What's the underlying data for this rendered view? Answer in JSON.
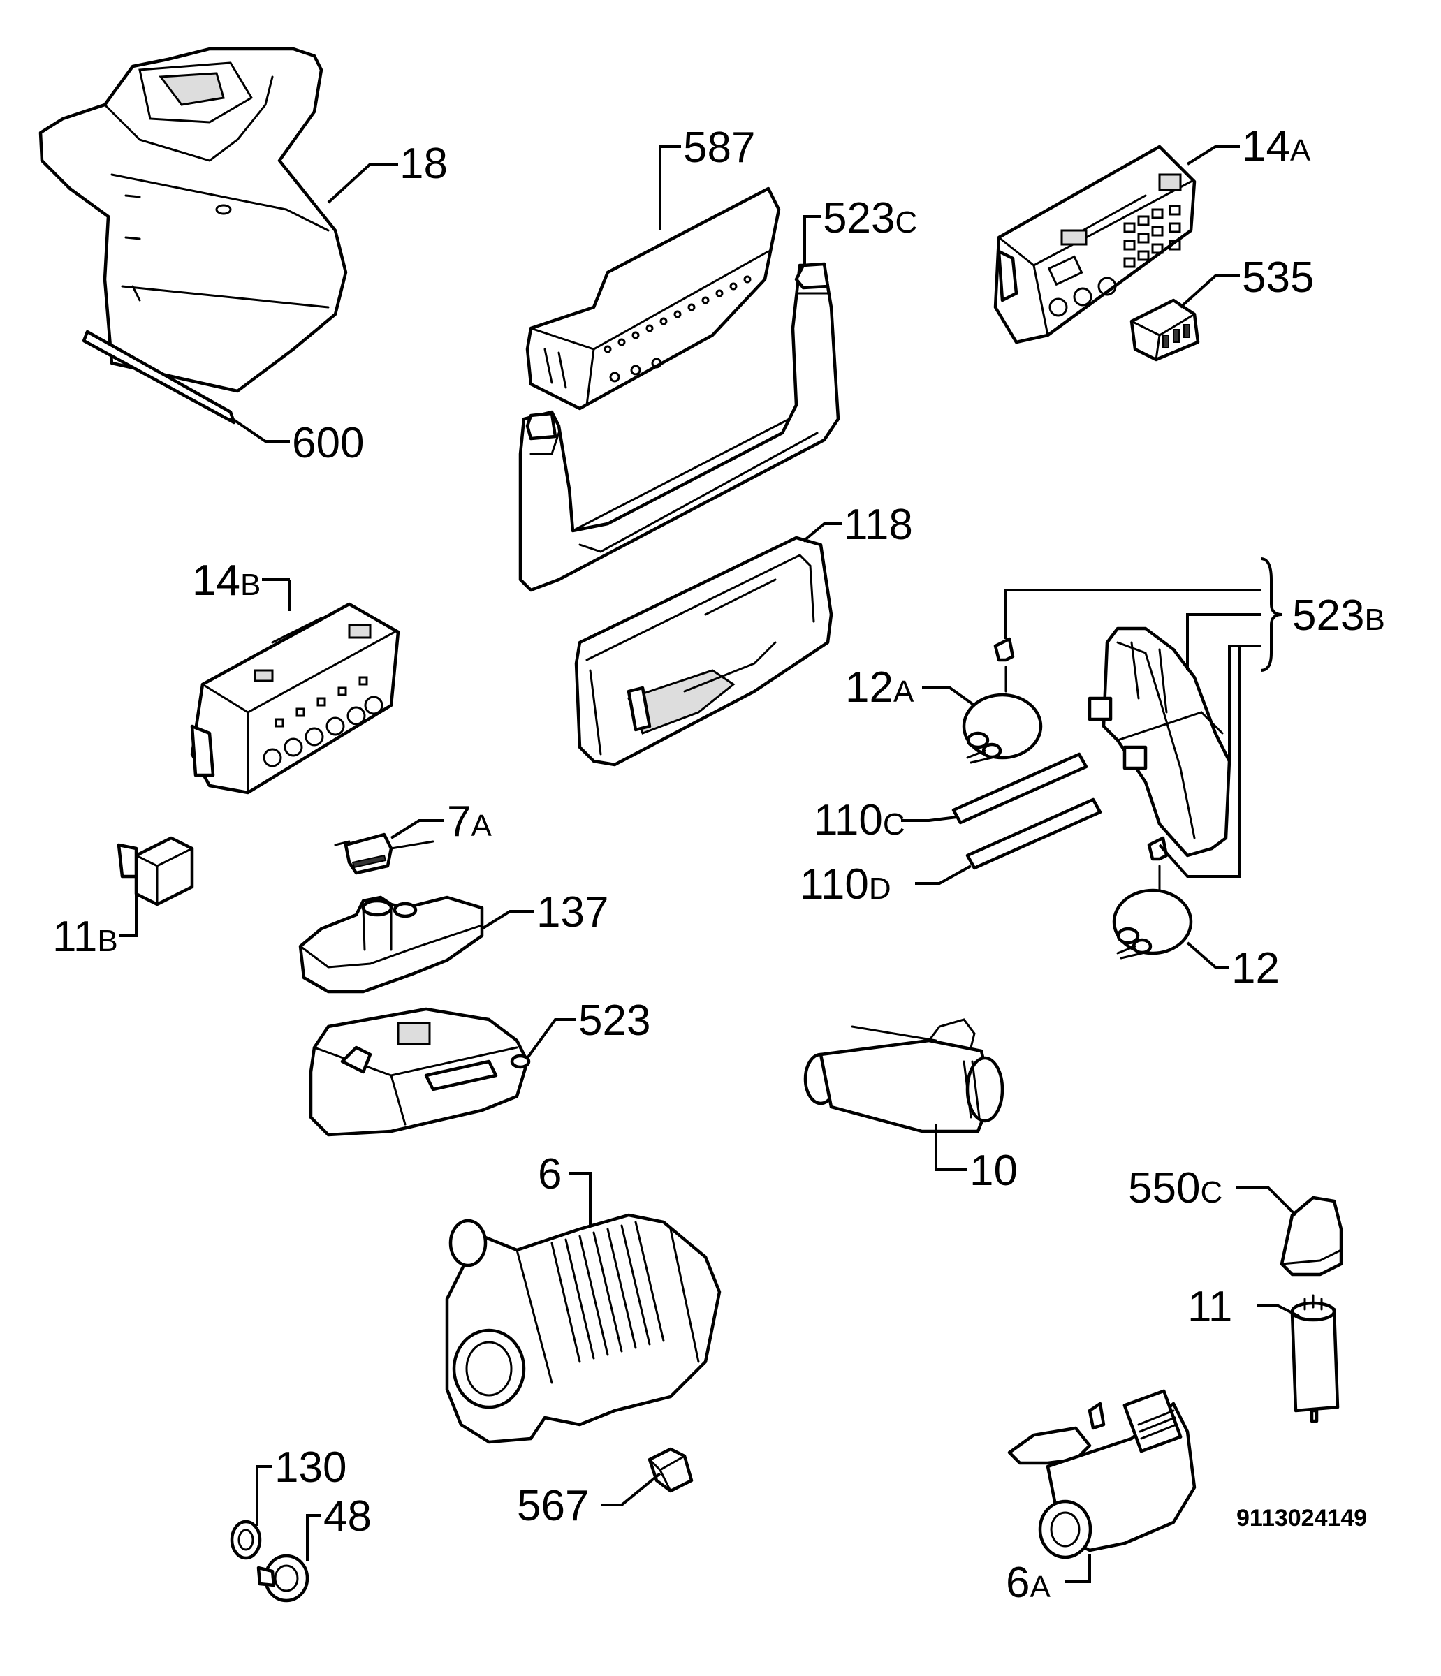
{
  "diagram": {
    "reference_number": "9113024149",
    "labels": [
      {
        "id": "18",
        "num": "18",
        "suffix": ""
      },
      {
        "id": "600",
        "num": "600",
        "suffix": ""
      },
      {
        "id": "587",
        "num": "587",
        "suffix": ""
      },
      {
        "id": "523C",
        "num": "523",
        "suffix": "C"
      },
      {
        "id": "14A",
        "num": "14",
        "suffix": "A"
      },
      {
        "id": "535",
        "num": "535",
        "suffix": ""
      },
      {
        "id": "118",
        "num": "118",
        "suffix": ""
      },
      {
        "id": "14B",
        "num": "14",
        "suffix": "B"
      },
      {
        "id": "523B",
        "num": "523",
        "suffix": "B"
      },
      {
        "id": "12A",
        "num": "12",
        "suffix": "A"
      },
      {
        "id": "110C",
        "num": "110",
        "suffix": "C"
      },
      {
        "id": "110D",
        "num": "110",
        "suffix": "D"
      },
      {
        "id": "12",
        "num": "12",
        "suffix": ""
      },
      {
        "id": "7A",
        "num": "7",
        "suffix": "A"
      },
      {
        "id": "11B",
        "num": "11",
        "suffix": "B"
      },
      {
        "id": "137",
        "num": "137",
        "suffix": ""
      },
      {
        "id": "523",
        "num": "523",
        "suffix": ""
      },
      {
        "id": "10",
        "num": "10",
        "suffix": ""
      },
      {
        "id": "6",
        "num": "6",
        "suffix": ""
      },
      {
        "id": "550C",
        "num": "550",
        "suffix": "C"
      },
      {
        "id": "11",
        "num": "11",
        "suffix": ""
      },
      {
        "id": "130",
        "num": "130",
        "suffix": ""
      },
      {
        "id": "48",
        "num": "48",
        "suffix": ""
      },
      {
        "id": "567",
        "num": "567",
        "suffix": ""
      },
      {
        "id": "6A",
        "num": "6",
        "suffix": "A"
      }
    ]
  }
}
